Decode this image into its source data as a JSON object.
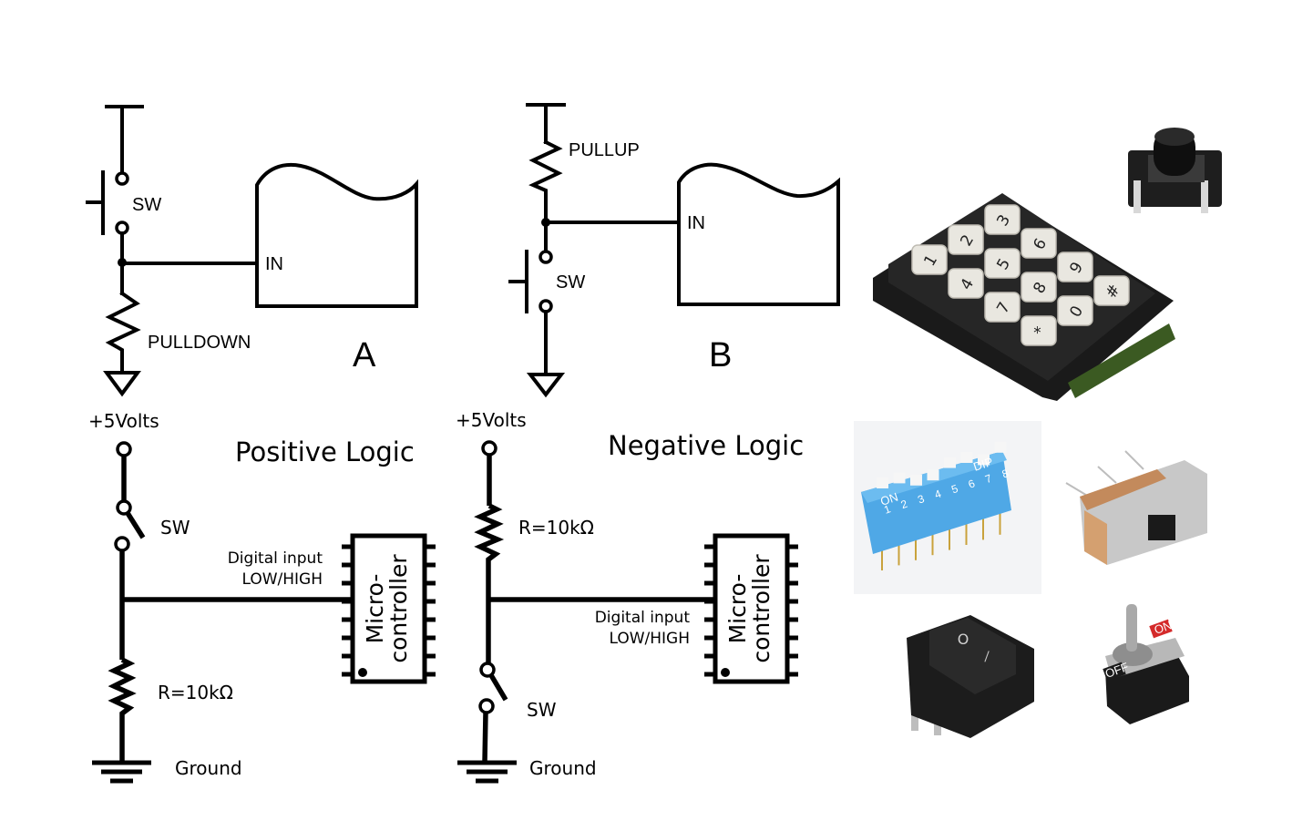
{
  "diagram_a": {
    "switch_label": "SW",
    "input_label": "IN",
    "resistor_label": "PULLDOWN",
    "panel_label": "A"
  },
  "diagram_b": {
    "resistor_label": "PULLUP",
    "input_label": "IN",
    "switch_label": "SW",
    "panel_label": "B"
  },
  "positive_logic": {
    "title": "Positive Logic",
    "supply_label": "+5Volts",
    "switch_label": "SW",
    "input_label_line1": "Digital input",
    "input_label_line2": "LOW/HIGH",
    "mcu_label_line1": "Micro-",
    "mcu_label_line2": "controller",
    "resistor_label": "R=10kΩ",
    "ground_label": "Ground"
  },
  "negative_logic": {
    "title": "Negative Logic",
    "supply_label": "+5Volts",
    "resistor_label": "R=10kΩ",
    "input_label_line1": "Digital input",
    "input_label_line2": "LOW/HIGH",
    "mcu_label_line1": "Micro-",
    "mcu_label_line2": "controller",
    "switch_label": "SW",
    "ground_label": "Ground"
  },
  "photos": {
    "keypad_keys": [
      "1",
      "2",
      "3",
      "4",
      "5",
      "6",
      "7",
      "8",
      "9",
      "*",
      "0",
      "#"
    ],
    "dip_switch": {
      "on_label": "ON",
      "brand_label": "DIP",
      "numbers": [
        "1",
        "2",
        "3",
        "4",
        "5",
        "6",
        "7",
        "8"
      ],
      "body_color": "#4fa8e6"
    },
    "rocker_switch": {
      "symbols": [
        "O",
        "—"
      ]
    },
    "toggle_switch": {
      "on_label": "ON",
      "off_label": "OFF",
      "on_color": "#d42a2a"
    }
  }
}
